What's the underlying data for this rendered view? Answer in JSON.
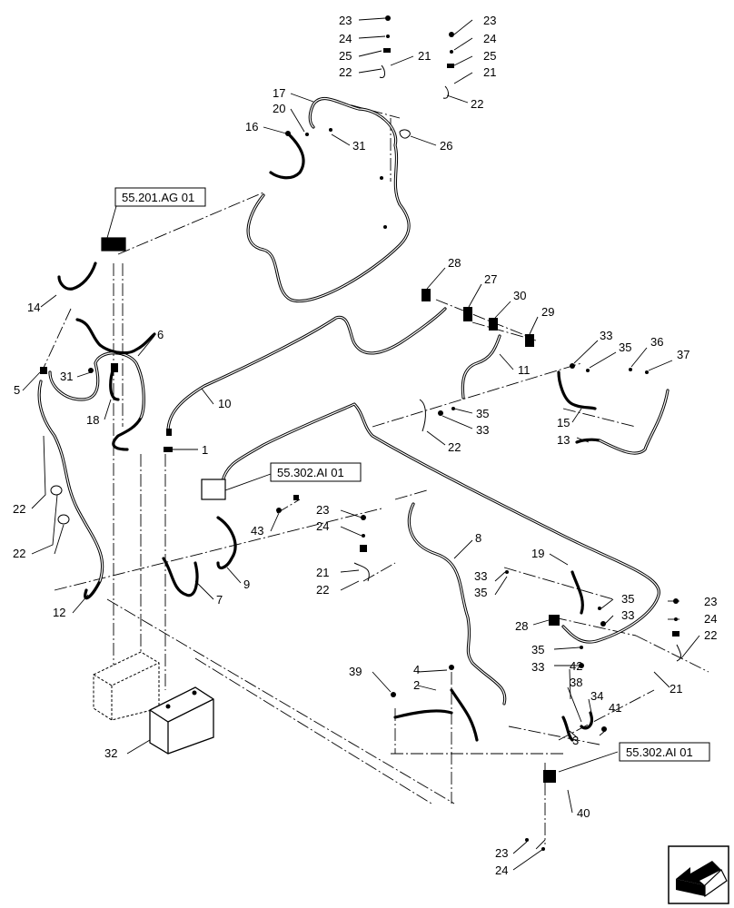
{
  "references": {
    "ref_top": "55.201.AG 01",
    "ref_mid": "55.302.AI 01",
    "ref_bottom": "55.302.AI 01"
  },
  "labels": {
    "l23a": "23",
    "l24a": "24",
    "l25a": "25",
    "l22a": "22",
    "l21a": "21",
    "l23b": "23",
    "l24b": "24",
    "l25b": "25",
    "l21b": "21",
    "l22b": "22",
    "l17": "17",
    "l20": "20",
    "l16": "16",
    "l31a": "31",
    "l26": "26",
    "l14": "14",
    "l6": "6",
    "l5": "5",
    "l31b": "31",
    "l18": "18",
    "l10": "10",
    "l1": "1",
    "l28a": "28",
    "l27": "27",
    "l30": "30",
    "l29": "29",
    "l11": "11",
    "l35a": "35",
    "l33a": "33",
    "l22c": "22",
    "l33b": "33",
    "l35b": "35",
    "l36": "36",
    "l37": "37",
    "l15": "15",
    "l13": "13",
    "l22d": "22",
    "l22e": "22",
    "l12": "12",
    "l7": "7",
    "l9": "9",
    "l43": "43",
    "l23c": "23",
    "l24c": "24",
    "l21c": "21",
    "l22f": "22",
    "l8": "8",
    "l33c": "33",
    "l35c": "35",
    "l19": "19",
    "l35d": "35",
    "l33d": "33",
    "l28b": "28",
    "l35e": "35",
    "l33e": "33",
    "l23d": "23",
    "l24d": "24",
    "l22g": "22",
    "l21d": "21",
    "l39": "39",
    "l4": "4",
    "l2": "2",
    "l42": "42",
    "l38": "38",
    "l34": "34",
    "l41": "41",
    "l3": "3",
    "l32": "32",
    "l40": "40",
    "l23e": "23",
    "l24e": "24"
  }
}
